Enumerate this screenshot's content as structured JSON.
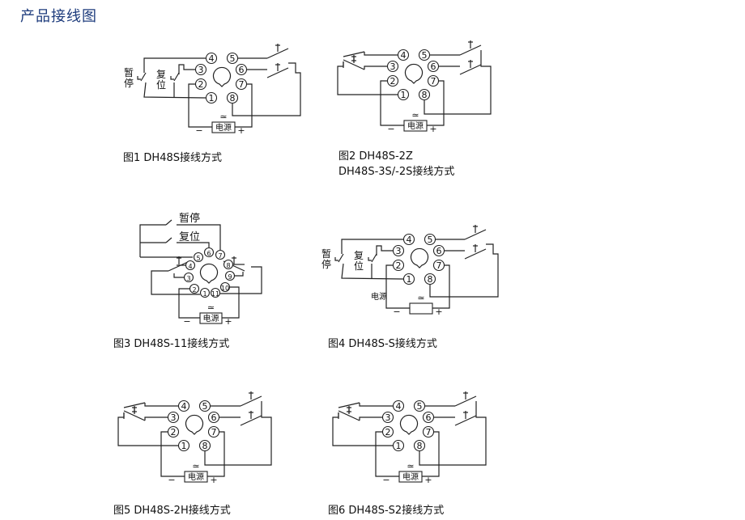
{
  "page_title": "产品接线图",
  "diagrams": [
    {
      "id": "fig1",
      "caption": [
        "图1 DH48S接线方式"
      ],
      "pins": [
        "1",
        "2",
        "3",
        "4",
        "5",
        "6",
        "7",
        "8"
      ],
      "power_label": "电源",
      "minus": "−",
      "plus": "+",
      "ac_symbol": "≃",
      "pause_label": [
        "暂",
        "停"
      ],
      "reset_label": [
        "复",
        "位"
      ]
    },
    {
      "id": "fig2",
      "caption": [
        "图2  DH48S-2Z",
        "DH48S-3S/-2S接线方式"
      ],
      "pins": [
        "1",
        "2",
        "3",
        "4",
        "5",
        "6",
        "7",
        "8"
      ],
      "power_label": "电源",
      "minus": "−",
      "plus": "+",
      "ac_symbol": "≃"
    },
    {
      "id": "fig3",
      "caption": [
        "图3 DH48S-11接线方式"
      ],
      "pins": [
        "1",
        "2",
        "3",
        "4",
        "5",
        "6",
        "7",
        "8",
        "9",
        "10",
        "11"
      ],
      "power_label": "电源",
      "minus": "−",
      "plus": "+",
      "ac_symbol": "≃",
      "pause_label": [
        "暂停"
      ],
      "reset_label": [
        "复位"
      ]
    },
    {
      "id": "fig4",
      "caption": [
        "图4 DH48S-S接线方式"
      ],
      "pins": [
        "1",
        "2",
        "3",
        "4",
        "5",
        "6",
        "7",
        "8"
      ],
      "power_label": "电源",
      "minus": "−",
      "plus": "+",
      "ac_symbol": "≃",
      "pause_label": [
        "暂",
        "停"
      ],
      "reset_label": [
        "复",
        "位"
      ]
    },
    {
      "id": "fig5",
      "caption": [
        "图5 DH48S-2H接线方式"
      ],
      "pins": [
        "1",
        "2",
        "3",
        "4",
        "5",
        "6",
        "7",
        "8"
      ],
      "power_label": "电源",
      "minus": "−",
      "plus": "+",
      "ac_symbol": "≃"
    },
    {
      "id": "fig6",
      "caption": [
        "图6 DH48S-S2接线方式"
      ],
      "pins": [
        "1",
        "2",
        "3",
        "4",
        "5",
        "6",
        "7",
        "8"
      ],
      "power_label": "电源",
      "minus": "−",
      "plus": "+",
      "ac_symbol": "≃"
    }
  ]
}
